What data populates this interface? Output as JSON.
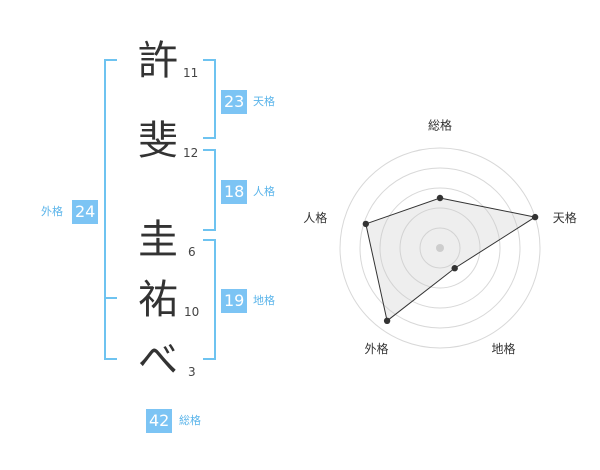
{
  "name": {
    "chars": [
      {
        "char": "許",
        "strokes": "11"
      },
      {
        "char": "斐",
        "strokes": "12"
      },
      {
        "char": "圭",
        "strokes": "6"
      },
      {
        "char": "祐",
        "strokes": "10"
      },
      {
        "char": "べ",
        "strokes": "3"
      }
    ]
  },
  "kaku": {
    "tenkaku": {
      "value": "23",
      "label": "天格"
    },
    "jinkaku": {
      "value": "18",
      "label": "人格"
    },
    "chikaku": {
      "value": "19",
      "label": "地格"
    },
    "gaikaku": {
      "value": "24",
      "label": "外格"
    },
    "soukaku": {
      "value": "42",
      "label": "総格"
    }
  },
  "colors": {
    "accent": "#7cc4f4",
    "bracket": "#6ec3f0"
  },
  "chart_data": {
    "type": "radar",
    "categories": [
      "総格",
      "天格",
      "地格",
      "外格",
      "人格"
    ],
    "values": [
      0.5,
      1.0,
      0.25,
      0.9,
      0.78
    ],
    "rings": 4,
    "grid": true
  }
}
